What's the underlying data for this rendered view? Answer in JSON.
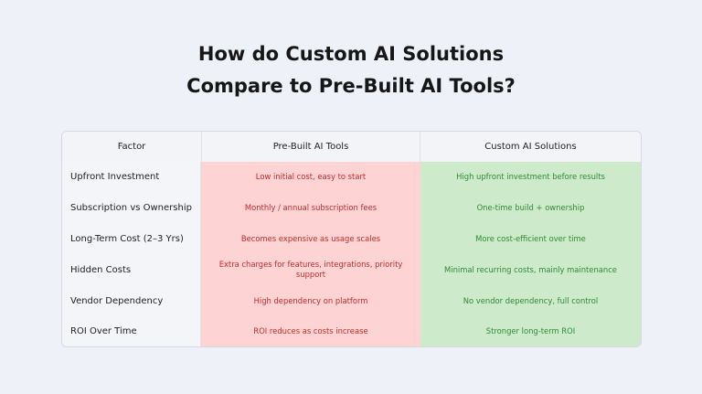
{
  "title": {
    "line1": "How do Custom AI Solutions",
    "line2": "Compare to Pre-Built AI Tools?"
  },
  "table": {
    "headers": [
      "Factor",
      "Pre-Built AI Tools",
      "Custom AI Solutions"
    ],
    "rows": [
      {
        "factor": "Upfront Investment",
        "prebuilt": "Low initial cost, easy to start",
        "custom": "High upfront investment before results"
      },
      {
        "factor": "Subscription vs Ownership",
        "prebuilt": "Monthly / annual subscription fees",
        "custom": "One-time build + ownership"
      },
      {
        "factor": "Long-Term Cost (2–3 Yrs)",
        "prebuilt": "Becomes expensive as usage scales",
        "custom": "More cost-efficient over time"
      },
      {
        "factor": "Hidden Costs",
        "prebuilt": "Extra charges for features, integrations, priority support",
        "custom": "Minimal recurring costs, mainly maintenance"
      },
      {
        "factor": "Vendor Dependency",
        "prebuilt": "High dependency on platform",
        "custom": "No vendor dependency, full control"
      },
      {
        "factor": "ROI Over Time",
        "prebuilt": "ROI reduces as costs increase",
        "custom": "Stronger long-term ROI"
      }
    ]
  },
  "colors": {
    "background": "#eef1f8",
    "prebuilt_fill": "#fdd3d4",
    "prebuilt_text": "#c62b2b",
    "custom_fill": "#cdeacb",
    "custom_text": "#2e8a37"
  }
}
